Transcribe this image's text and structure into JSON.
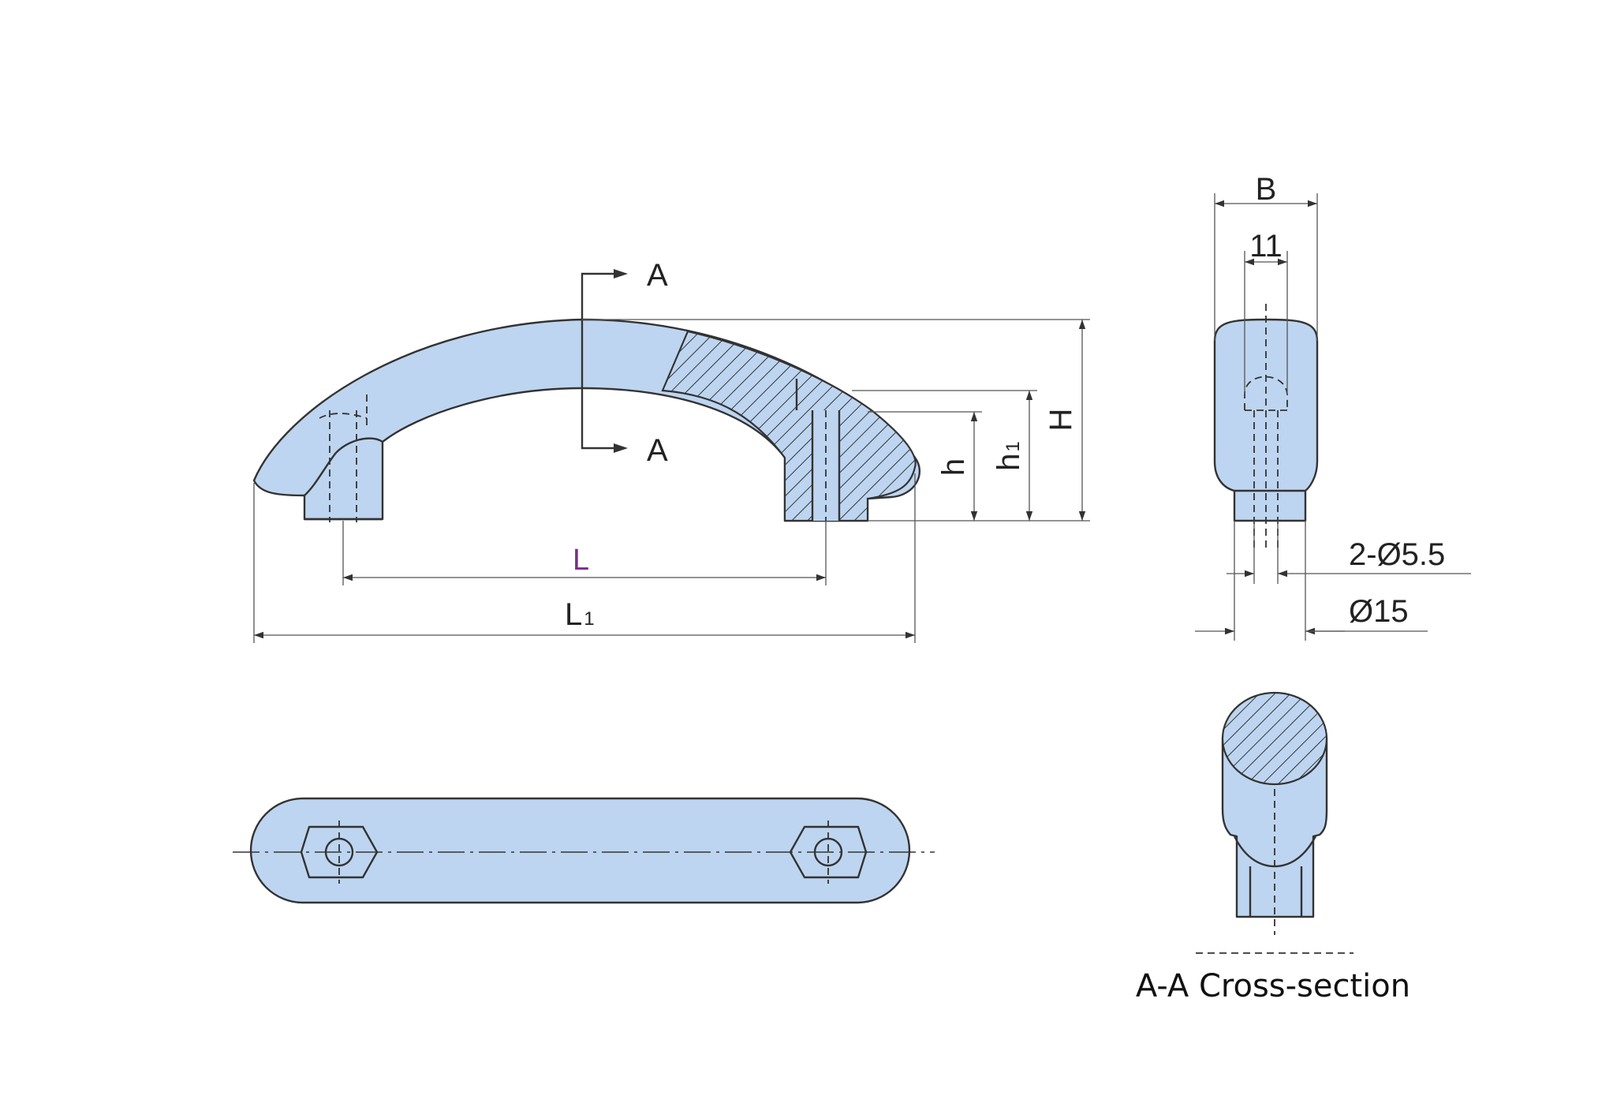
{
  "labels": {
    "section_a_top": "A",
    "section_a_bottom": "A",
    "dim_L": "L",
    "dim_L1_main": "L",
    "dim_L1_sub": "1",
    "dim_H": "H",
    "dim_h": "h",
    "dim_h1_main": "h",
    "dim_h1_sub": "1",
    "dim_B": "B",
    "dim_11": "11",
    "dim_holes": "2-Ø5.5",
    "dim_boss": "Ø15",
    "caption": "A-A Cross-section"
  },
  "colors": {
    "part_fill": "#bdd5f0",
    "outline": "#333333",
    "dim_L_label": "#7a2d86"
  }
}
